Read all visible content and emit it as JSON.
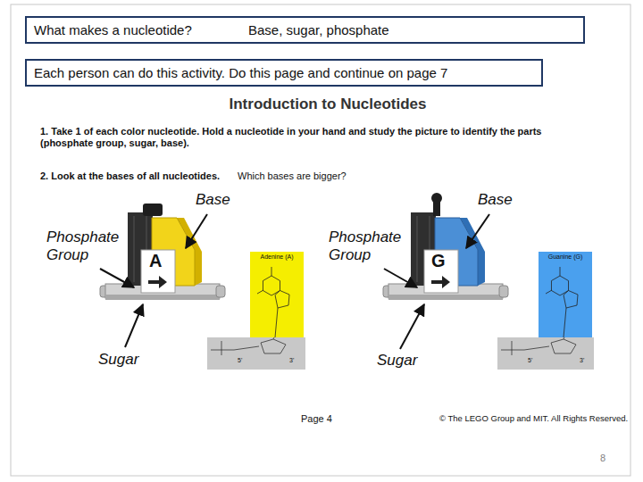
{
  "diagram": {
    "title": "Introduction to Nucleotides",
    "nodes": [
      {
        "text": [
          "What makes a nucleotide?",
          "Base, sugar, phosphate"
        ]
      },
      {
        "text": [
          "Each person can do this activity. Do this page and continue on page 7"
        ]
      },
      {
        "text": [
          "Adenine (A)"
        ]
      },
      {
        "text": [
          "Guanine (G)"
        ]
      }
    ],
    "labels": [
      "1. Take 1 of each color nucleotide. Hold a nucleotide in your hand and study the picture to identify the parts (phosphate group, sugar, base).",
      "2. Look at the bases of all nucleotides.",
      "Which bases are bigger?",
      "Base",
      "Phosphate Group",
      "Sugar",
      "A",
      "Base",
      "Phosphate Group",
      "Sugar",
      "G",
      "5'",
      "3'",
      "5'",
      "3'",
      "Page 4",
      "© The LEGO Group and MIT. All Rights Reserved.",
      "8"
    ]
  }
}
